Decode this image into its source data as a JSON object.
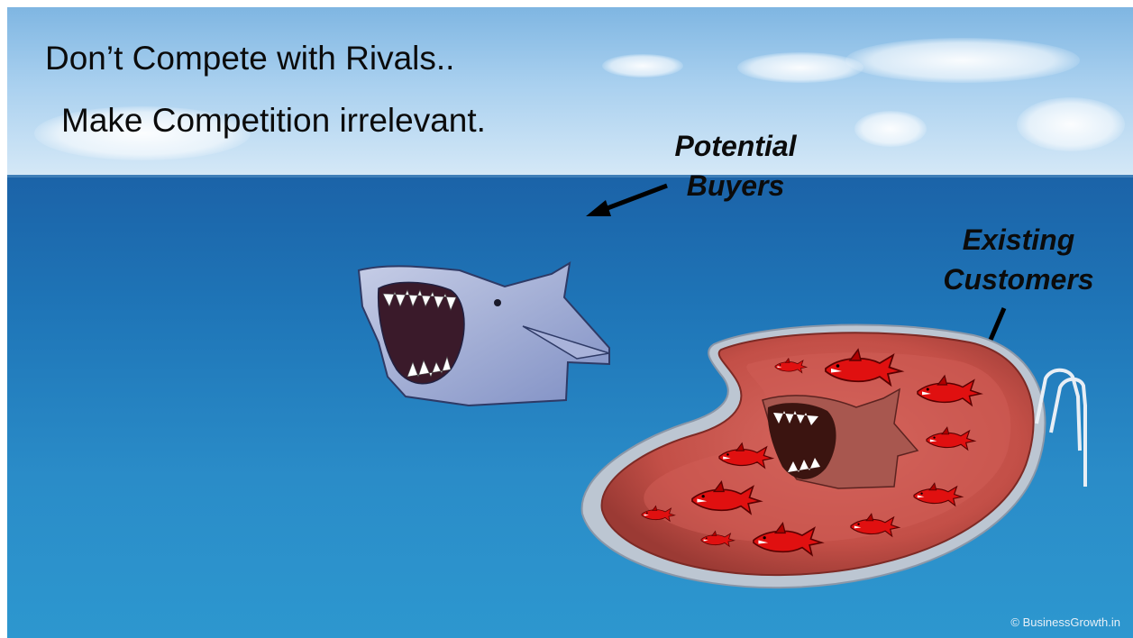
{
  "slide": {
    "title_line1": "Don’t Compete with Rivals..",
    "title_line2": "Make Competition irrelevant.",
    "label_potential_line1": "Potential",
    "label_potential_line2": "Buyers",
    "label_existing_line1": "Existing",
    "label_existing_line2": "Customers",
    "copyright": "© BusinessGrowth.in"
  },
  "colors": {
    "sea": "#1f76b8",
    "sky": "#a9d0ef",
    "pool": "#c9554d",
    "small_fish": "#e01010",
    "shark": "#9aa9d4"
  },
  "icons": [
    "shark-icon",
    "pool-icon",
    "arrow-icon",
    "small-shark-icon",
    "pool-ladder-icon"
  ]
}
